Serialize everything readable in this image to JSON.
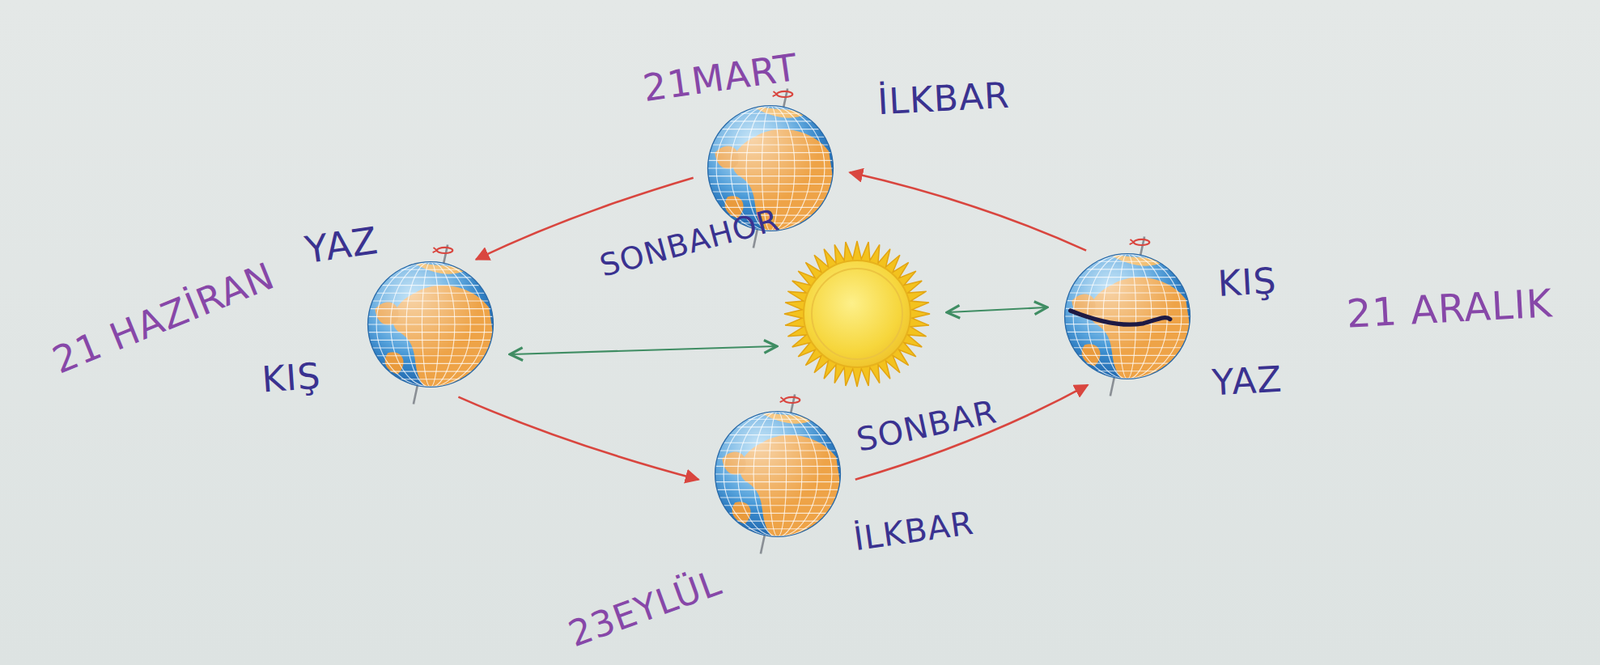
{
  "diagram": {
    "nodes": [
      {
        "text": [
          "21MART",
          "İLKBAR",
          "SONBAHOR"
        ]
      },
      {
        "text": [
          "21 HAZİRAN",
          "YAZ",
          "KIŞ"
        ]
      },
      {
        "text": [
          "KIŞ",
          "YAZ",
          "21 ARALIK"
        ]
      },
      {
        "text": [
          "SONBAR",
          "İLKBAR",
          "23EYLÜL"
        ]
      }
    ],
    "edges": [
      {
        "from": 0,
        "to": 1,
        "arrow": "to"
      },
      {
        "from": 1,
        "to": 3,
        "arrow": "to"
      },
      {
        "from": 3,
        "to": 2,
        "arrow": "to"
      },
      {
        "from": 2,
        "to": 0,
        "arrow": "to"
      }
    ]
  }
}
